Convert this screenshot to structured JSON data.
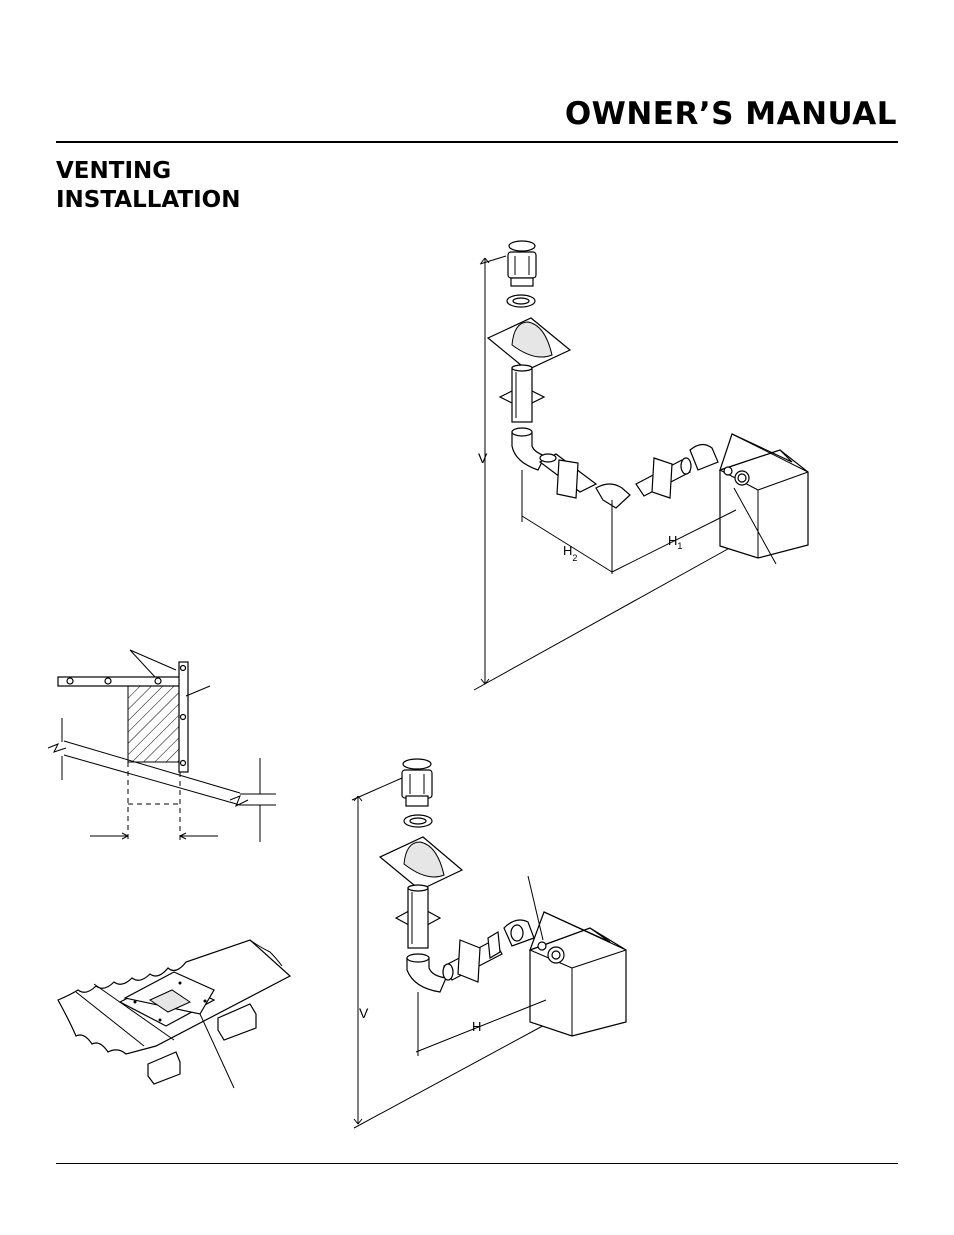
{
  "header": {
    "title": "OWNER’S MANUAL"
  },
  "section": {
    "title_line1": "VENTING",
    "title_line2": "INSTALLATION"
  },
  "figures": {
    "vent_two_horizontal": {
      "vertical_label": "V",
      "h1_label": "H",
      "h1_sub": "1",
      "h2_label": "H",
      "h2_sub": "2"
    },
    "firestop_detail": {},
    "roof_flashing": {},
    "vent_single_horizontal": {
      "vertical_label": "V",
      "horizontal_label": "H"
    }
  }
}
